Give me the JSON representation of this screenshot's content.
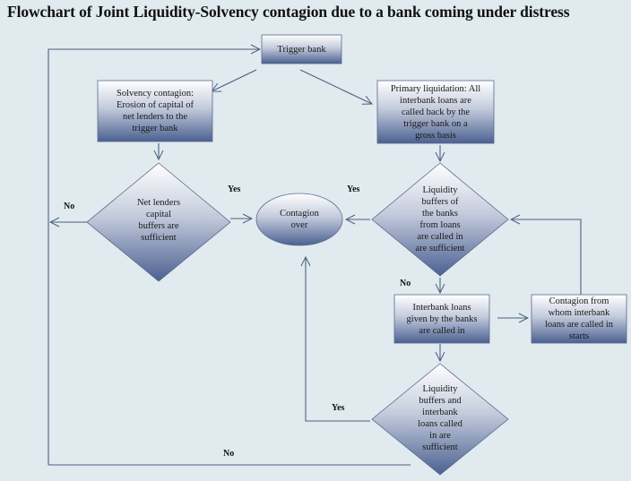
{
  "title": "Flowchart of Joint Liquidity-Solvency contagion due to a bank coming under distress",
  "colors": {
    "background": "#e0eaef",
    "shape_top": "#ffffff",
    "shape_bottom": "#4b6191",
    "stroke": "#4d5f7f"
  },
  "nodes": {
    "trigger_bank": "Trigger bank",
    "solvency_contagion": "Solvency contagion:\nErosion of capital of\nnet lenders to the\ntrigger bank",
    "primary_liquidation": "Primary liquidation: All\ninterbank loans are\ncalled back by the\ntrigger bank on a\ngross basis",
    "net_lenders_decision": "Net lenders\ncapital\nbuffers are\nsufficient",
    "contagion_over": "Contagion\nover",
    "liquidity_buffers_decision": "Liquidity\nbuffers of\nthe banks\nfrom loans\nare called in\nare sufficient",
    "interbank_loans_called": "Interbank loans\ngiven by the banks\nare called in",
    "contagion_from_whom": "Contagion from\nwhom interbank\nloans are called in\nstarts",
    "liquidity_and_loans_decision": "Liquidity\nbuffers and\ninterbank\nloans called\nin are\nsufficient"
  },
  "edge_labels": {
    "net_lenders_no": "No",
    "net_lenders_yes": "Yes",
    "liquidity_yes": "Yes",
    "liquidity_no": "No",
    "final_yes": "Yes",
    "final_no": "No"
  }
}
